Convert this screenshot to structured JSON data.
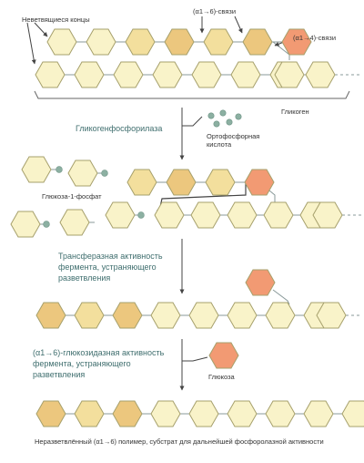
{
  "colors": {
    "hex_light": "#f9f3c9",
    "hex_mid": "#f3df9d",
    "hex_dark": "#ecc77e",
    "hex_orange": "#f29a73",
    "hex_stroke": "#a6a06c",
    "bond": "#8a9a9a",
    "phosphate": "#8cb0a2",
    "step_text": "#3f6e6e"
  },
  "labels": {
    "nonreducing_ends": "Неветвящиеся концы",
    "a16_bonds": "(α1→6)-связи",
    "a14_bonds": "(α1→4)-связи",
    "glycogen": "Гликоген",
    "phosphorylase": "Гликогенфосфорилаза",
    "orthophosphoric_line1": "Ортофосфорная",
    "orthophosphoric_line2": "кислота",
    "glucose1p": "Глюкоза-1-фосфат",
    "transferase_line1": "Трансферазная активность",
    "transferase_line2": "фермента, устраняющего",
    "transferase_line3": "разветвления",
    "glucosidase_line1": "(α1→6)-глюкозидазная активность",
    "glucosidase_line2": "фермента, устраняющего",
    "glucosidase_line3": "разветвления",
    "glucose": "Глюкоза",
    "final_caption": "Неразветвлённый (α1→6) полимер, субстрат для дальнейшей фосфоролазной активности"
  }
}
